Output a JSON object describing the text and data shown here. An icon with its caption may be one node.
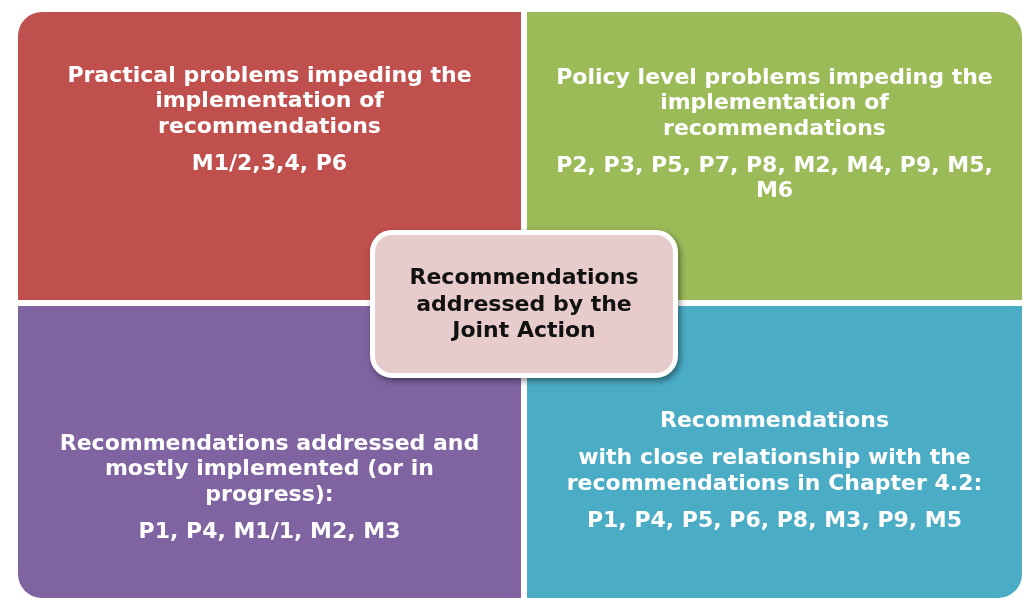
{
  "diagram": {
    "nodes": [
      {
        "text": [
          "Practical problems impeding the implementation of recommendations",
          "M1/2,3,4, P6"
        ]
      },
      {
        "text": [
          "Policy level problems impeding the implementation of recommendations",
          "P2, P3, P5, P7, P8, M2, M4, P9, M5, M6"
        ]
      },
      {
        "text": [
          "Recommendations addressed by the Joint Action"
        ]
      },
      {
        "text": [
          "Recommendations addressed and mostly implemented (or in progress):",
          "P1, P4, M1/1, M2, M3"
        ]
      },
      {
        "text": [
          "Recommendations",
          "with close relationship with the recommendations in Chapter 4.2:",
          "P1, P4, P5, P6, P8, M3, P9, M5"
        ]
      }
    ],
    "edges": []
  }
}
